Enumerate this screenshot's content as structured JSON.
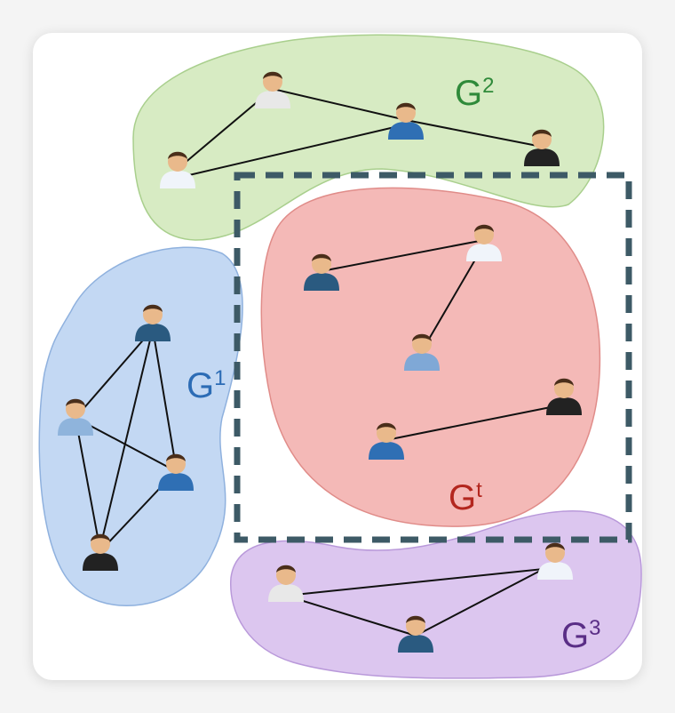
{
  "groups": [
    {
      "id": "g2",
      "label": "G",
      "sup": "2",
      "fill": "#d7ebc3",
      "stroke": "#a9cf8d",
      "text_color": "#2f8a3a"
    },
    {
      "id": "gt",
      "label": "G",
      "sup": "t",
      "fill": "#f4b9b7",
      "stroke": "#e08c89",
      "text_color": "#b3261e"
    },
    {
      "id": "g1",
      "label": "G",
      "sup": "1",
      "fill": "#c3d8f3",
      "stroke": "#8fb1de",
      "text_color": "#2c6cb5"
    },
    {
      "id": "g3",
      "label": "G",
      "sup": "3",
      "fill": "#dcc6ef",
      "stroke": "#b999da",
      "text_color": "#5a2e86"
    }
  ],
  "colors": {
    "dashed_box": "#3d5a66",
    "edge": "#111111"
  }
}
